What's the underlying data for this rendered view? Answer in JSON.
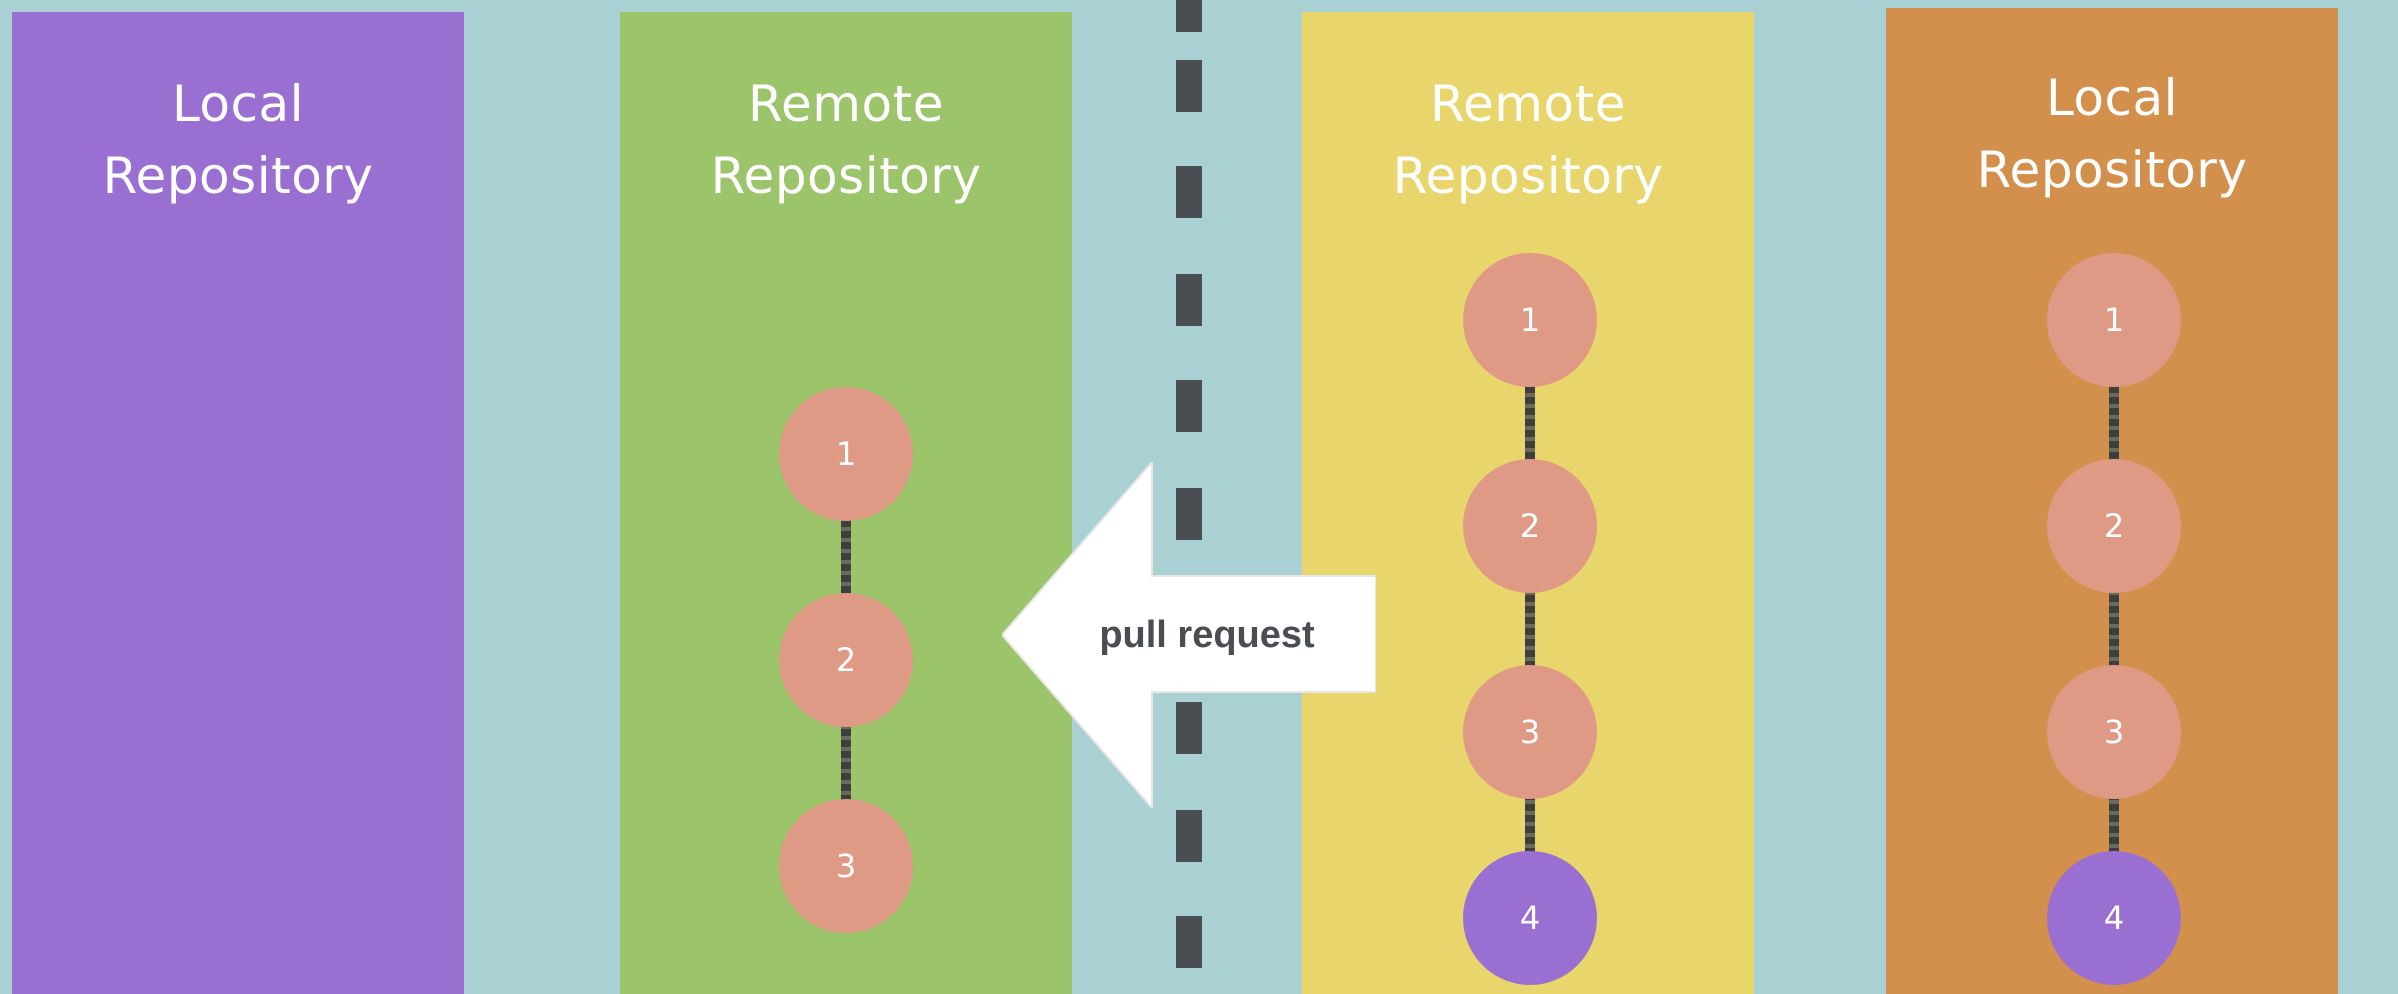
{
  "colors": {
    "background": "#a9d0d2",
    "commit_default": "#df9a85",
    "commit_new": "#9a6fd2",
    "divider": "#4a4d52",
    "arrow_fill": "#ffffff"
  },
  "columns": [
    {
      "id": "local-left",
      "title_line1": "Local",
      "title_line2": "Repository",
      "color": "#9a6fd2",
      "commits": []
    },
    {
      "id": "remote-left",
      "title_line1": "Remote",
      "title_line2": "Repository",
      "color": "#9cc46a",
      "commits": [
        {
          "label": "1",
          "type": "default"
        },
        {
          "label": "2",
          "type": "default"
        },
        {
          "label": "3",
          "type": "default"
        }
      ]
    },
    {
      "id": "remote-right",
      "title_line1": "Remote",
      "title_line2": "Repository",
      "color": "#e8d56b",
      "commits": [
        {
          "label": "1",
          "type": "default"
        },
        {
          "label": "2",
          "type": "default"
        },
        {
          "label": "3",
          "type": "default"
        },
        {
          "label": "4",
          "type": "new"
        }
      ]
    },
    {
      "id": "local-right",
      "title_line1": "Local",
      "title_line2": "Repository",
      "color": "#d3904d",
      "commits": [
        {
          "label": "1",
          "type": "default"
        },
        {
          "label": "2",
          "type": "default"
        },
        {
          "label": "3",
          "type": "default"
        },
        {
          "label": "4",
          "type": "new"
        }
      ]
    }
  ],
  "arrow": {
    "label": "pull request",
    "direction": "left"
  }
}
